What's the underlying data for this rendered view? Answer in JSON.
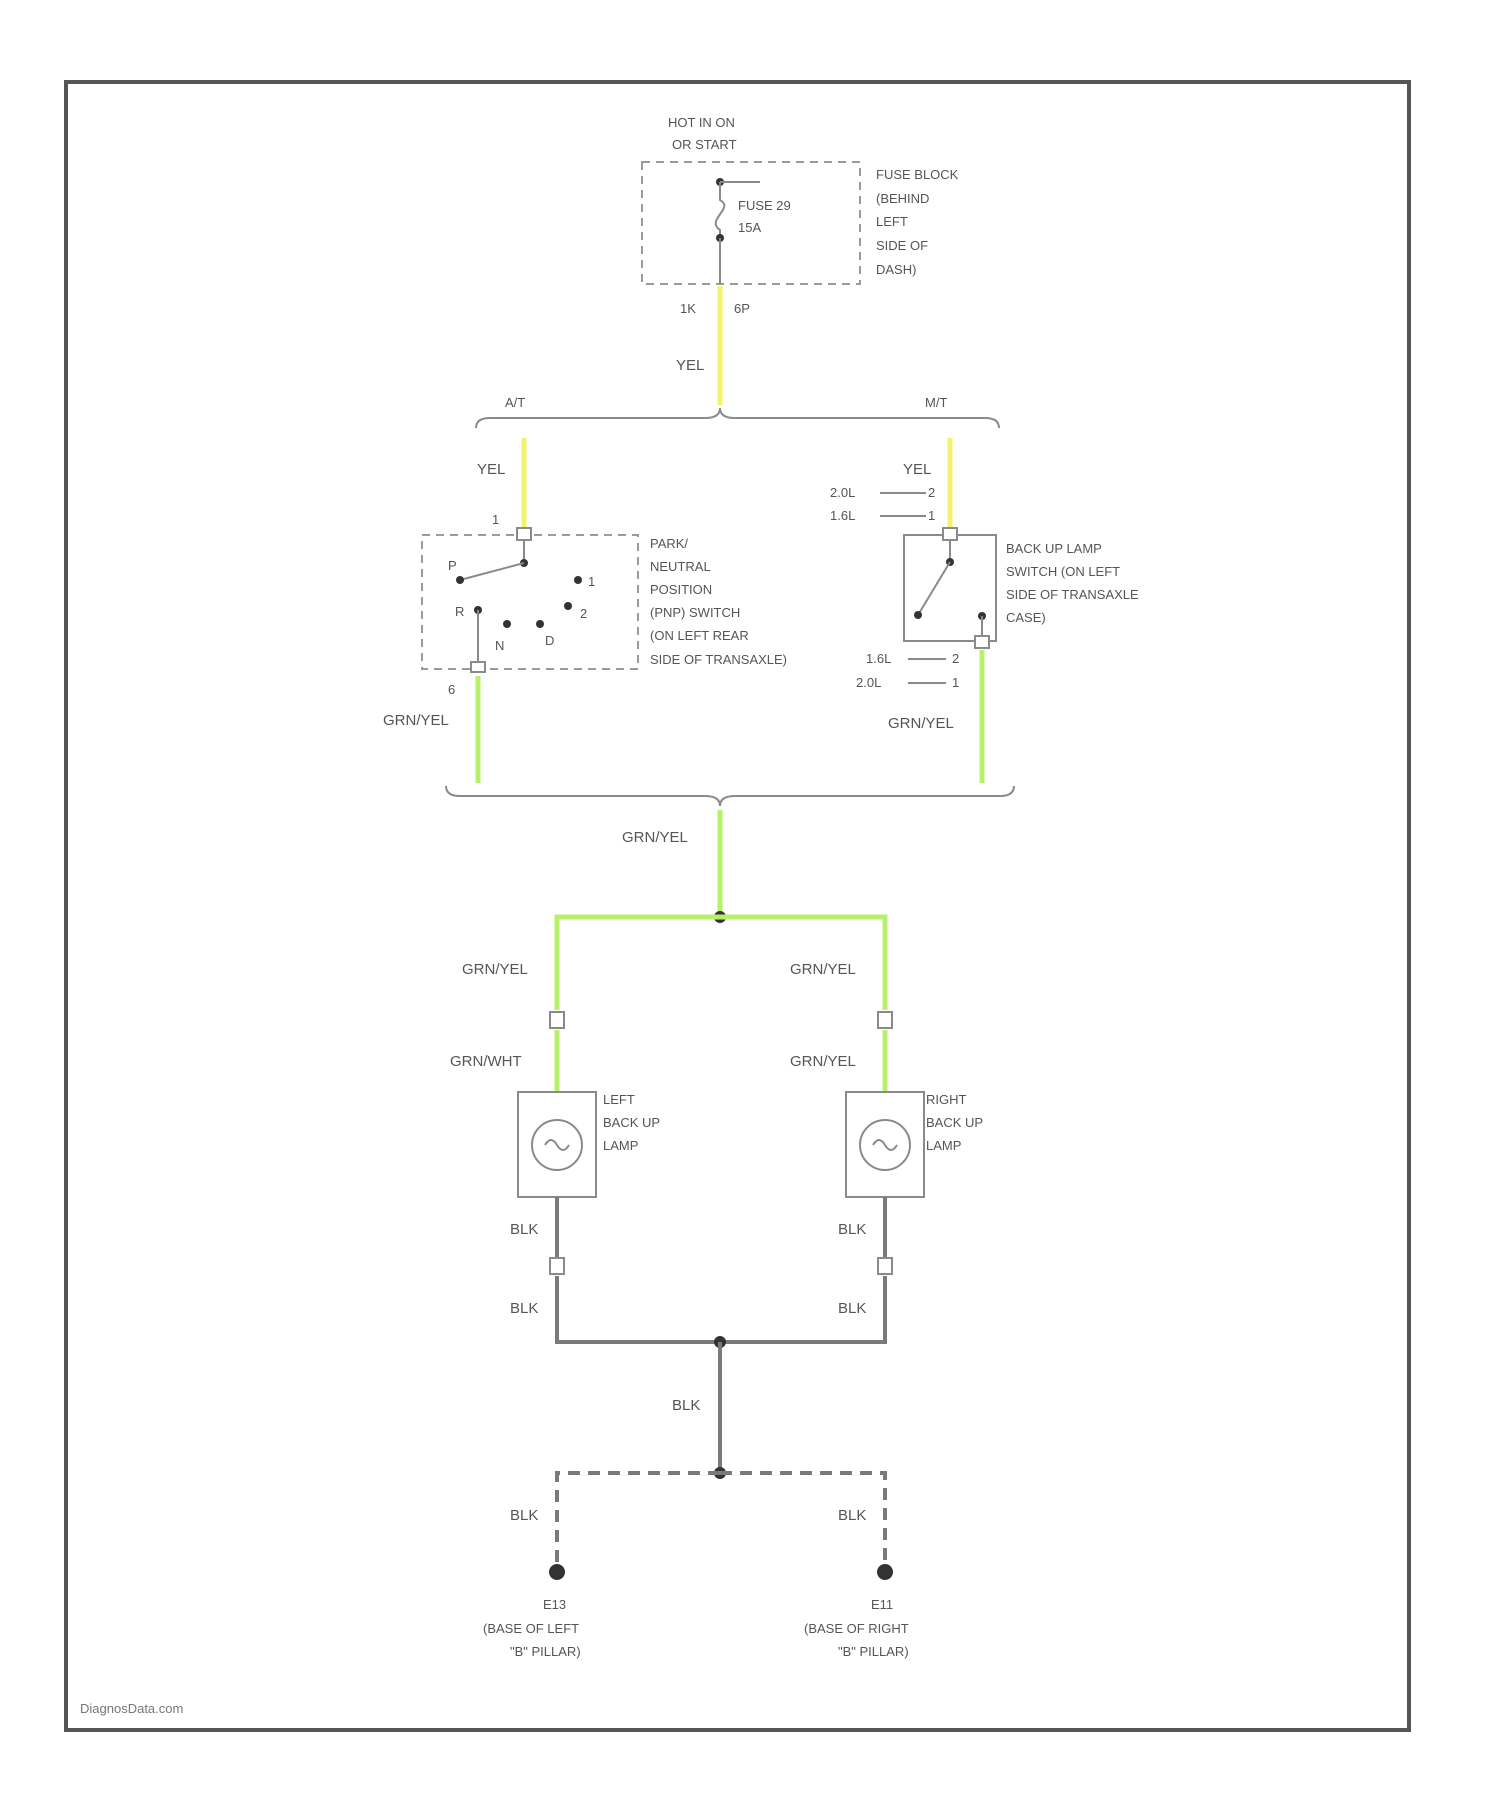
{
  "fuse_block": {
    "power_label": [
      "HOT IN ON",
      "OR START"
    ],
    "fuse_label": [
      "FUSE 29",
      "15A"
    ],
    "location_label": [
      "FUSE BLOCK",
      "(BEHIND",
      "LEFT",
      "SIDE OF",
      "DASH)"
    ],
    "pin_left": "1K",
    "pin_right": "6P"
  },
  "branch": {
    "at_label": "A/T",
    "mt_label": "M/T"
  },
  "pnp_switch": {
    "pin_top": "1",
    "pin_bottom": "6",
    "positions": {
      "p": "P",
      "r": "R",
      "n": "N",
      "d": "D",
      "two": "2",
      "one": "1"
    },
    "name": [
      "PARK/",
      "NEUTRAL",
      "POSITION",
      "(PNP) SWITCH",
      "(ON LEFT REAR",
      "SIDE OF TRANSAXLE)"
    ]
  },
  "backup_switch": {
    "name": [
      "BACK UP LAMP",
      "SWITCH (ON LEFT",
      "SIDE OF TRANSAXLE",
      "CASE)"
    ],
    "pins_top": [
      "2.0L",
      "1.6L"
    ],
    "pins_top_values": [
      "2",
      "1"
    ],
    "pins_bottom": [
      "1.6L",
      "2.0L"
    ],
    "pins_bottom_values": [
      "2",
      "1"
    ]
  },
  "lamps": {
    "left_name": [
      "LEFT",
      "BACK UP",
      "LAMP"
    ],
    "right_name": [
      "RIGHT",
      "BACK UP",
      "LAMP"
    ]
  },
  "grounds": {
    "left_id": "E13",
    "left_location": [
      "(BASE OF LEFT",
      "\"B\" PILLAR)"
    ],
    "right_id": "E11",
    "right_location": [
      "(BASE OF RIGHT",
      "\"B\" PILLAR)"
    ]
  },
  "wires": {
    "yel": "YEL",
    "grn_yel": "GRN/YEL",
    "grn_wht": "GRN/WHT",
    "blk": "BLK"
  },
  "footer": "DiagnosData.com",
  "colors": {
    "yel_wire": "#f3f36b",
    "grn_wire": "#b7f06a",
    "blk_wire": "#7a7a7a"
  }
}
